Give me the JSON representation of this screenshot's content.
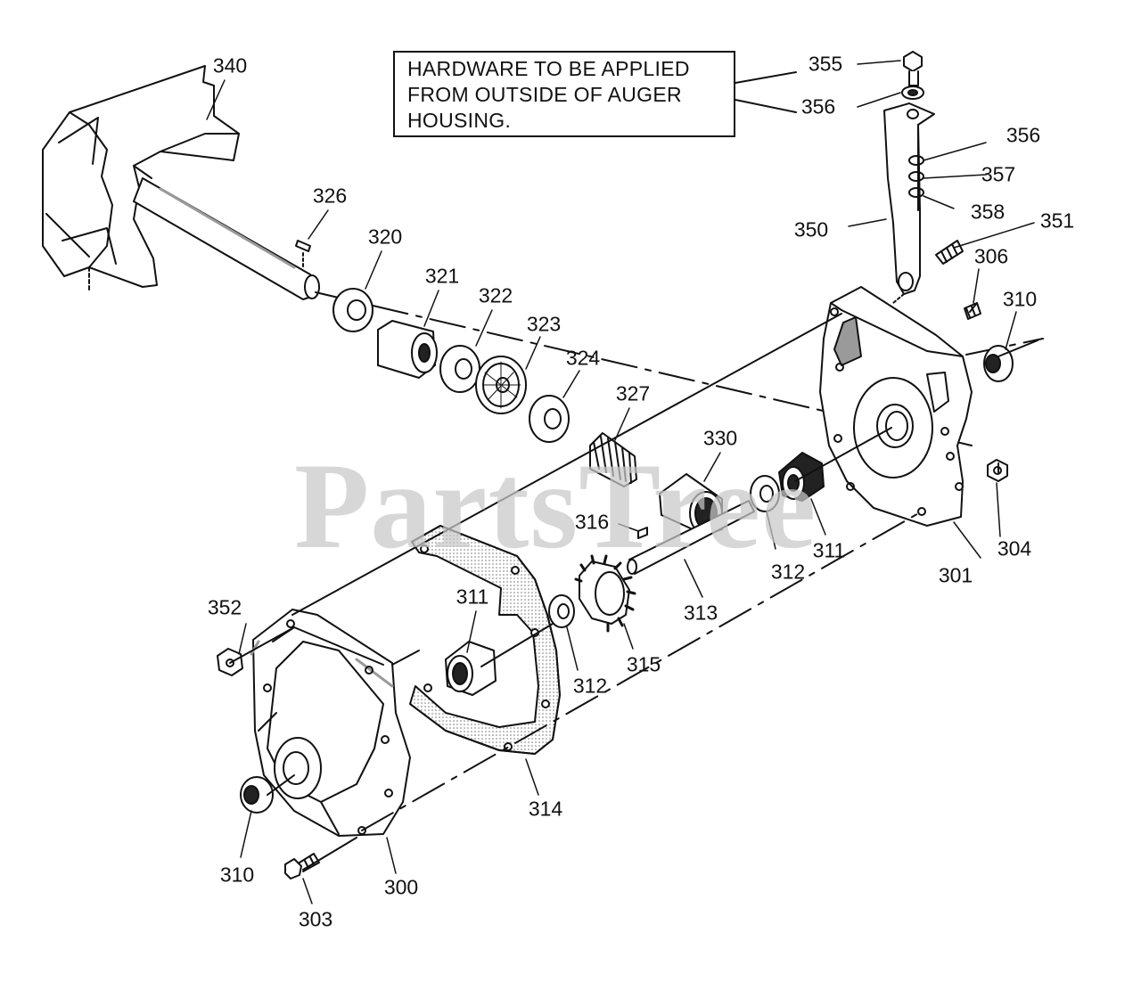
{
  "note": {
    "lines": [
      "HARDWARE TO BE APPLIED",
      "FROM OUTSIDE OF AUGER",
      "HOUSING."
    ]
  },
  "watermark": "PartsTree",
  "labels": {
    "p340": "340",
    "p326": "326",
    "p320": "320",
    "p321": "321",
    "p322": "322",
    "p323": "323",
    "p324": "324",
    "p327": "327",
    "p330": "330",
    "p316": "316",
    "p313": "313",
    "p312a": "312",
    "p312b": "312",
    "p311a": "311",
    "p311b": "311",
    "p315": "315",
    "p314": "314",
    "p352": "352",
    "p310a": "310",
    "p310b": "310",
    "p300": "300",
    "p303": "303",
    "p301": "301",
    "p304": "304",
    "p306": "306",
    "p350": "350",
    "p351": "351",
    "p355": "355",
    "p356a": "356",
    "p356b": "356",
    "p357": "357",
    "p358": "358"
  },
  "colors": {
    "line": "#111111",
    "shade": "#9a9a9a",
    "watermark": "#c8c8c8"
  }
}
